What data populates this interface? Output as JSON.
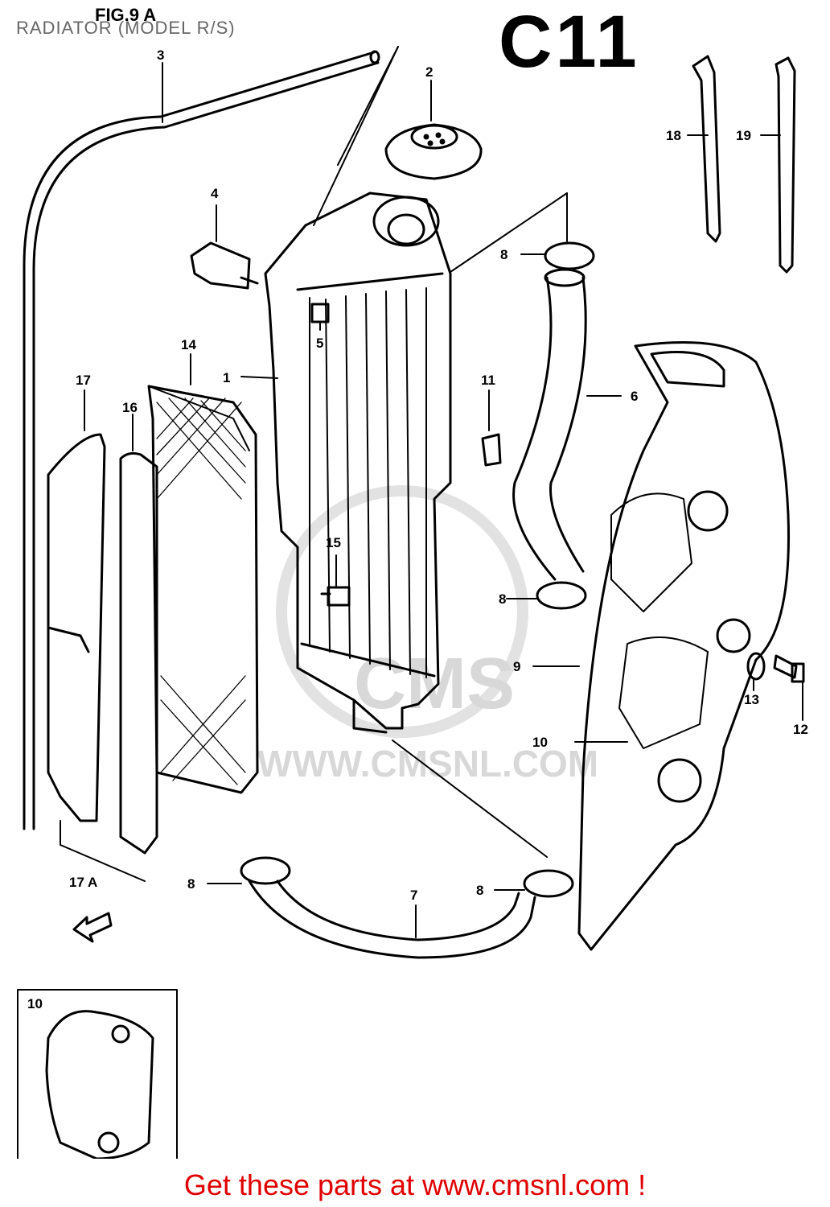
{
  "header": {
    "title": "RADIATOR (MODEL R/S)",
    "fig_label": "FIG.9 A",
    "diagram_code": "C11"
  },
  "watermark": {
    "logo_text": "CMS",
    "url_text": "WWW.CMSNL.COM"
  },
  "inset": {
    "label": "10"
  },
  "callouts": {
    "n1": "1",
    "n2": "2",
    "n3": "3",
    "n4": "4",
    "n5": "5",
    "n6": "6",
    "n7": "7",
    "n8a": "8",
    "n8b": "8",
    "n8c": "8",
    "n8d": "8",
    "n9": "9",
    "n10": "10",
    "n11": "11",
    "n12": "12",
    "n13": "13",
    "n14": "14",
    "n15": "15",
    "n16": "16",
    "n17a": "17",
    "n17b": "17 A",
    "n18": "18",
    "n19": "19"
  },
  "footer": {
    "text": "Get these parts at www.cmsnl.com !",
    "color": "#e00000"
  },
  "colors": {
    "line": "#000000",
    "watermark": "#d8d8d8",
    "title": "#666666"
  }
}
